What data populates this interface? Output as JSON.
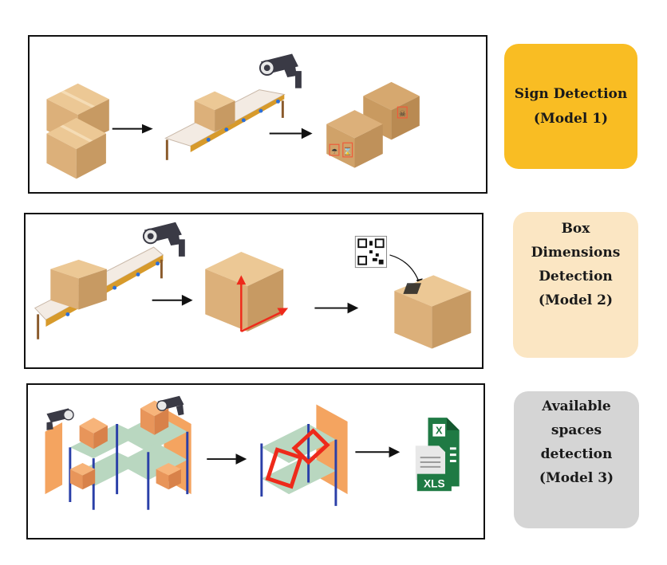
{
  "title": "Warehouse detection pipeline",
  "colors": {
    "model1": "#f9bd23",
    "model2": "#fbe6c3",
    "model3": "#d5d5d5",
    "box": "#dcb07a",
    "box_dark": "#c79a63",
    "box_top": "#ecc895",
    "conveyor_belt": "#f3ebe3",
    "conveyor_frame": "#d79a2b",
    "conveyor_dot": "#2c6fd8",
    "camera": "#3a3a45",
    "arrow": "#111111",
    "red_marker": "#ee2a1b",
    "shelf_frame": "#2a3fa8",
    "shelf_board": "#b9d7c0",
    "wall": "#f4a460",
    "excel_green": "#1f7a44"
  },
  "stages": [
    {
      "id": "model1",
      "label": "Sign Detection\n(Model 1)",
      "steps": [
        "unsorted-boxes",
        "conveyor-with-camera",
        "boxes-with-detected-signs"
      ]
    },
    {
      "id": "model2",
      "label": "Box\nDimensions\nDetection\n(Model 2)",
      "steps": [
        "conveyor-with-camera",
        "box-with-dimension-axes",
        "qr-code-labeled-box"
      ]
    },
    {
      "id": "model3",
      "label": "Available\nspaces\ndetection\n(Model 3)",
      "steps": [
        "shelves-with-cameras",
        "shelf-with-detected-spaces",
        "excel-report"
      ]
    }
  ],
  "excel_icon": {
    "letter": "X",
    "badge": "XLS"
  }
}
